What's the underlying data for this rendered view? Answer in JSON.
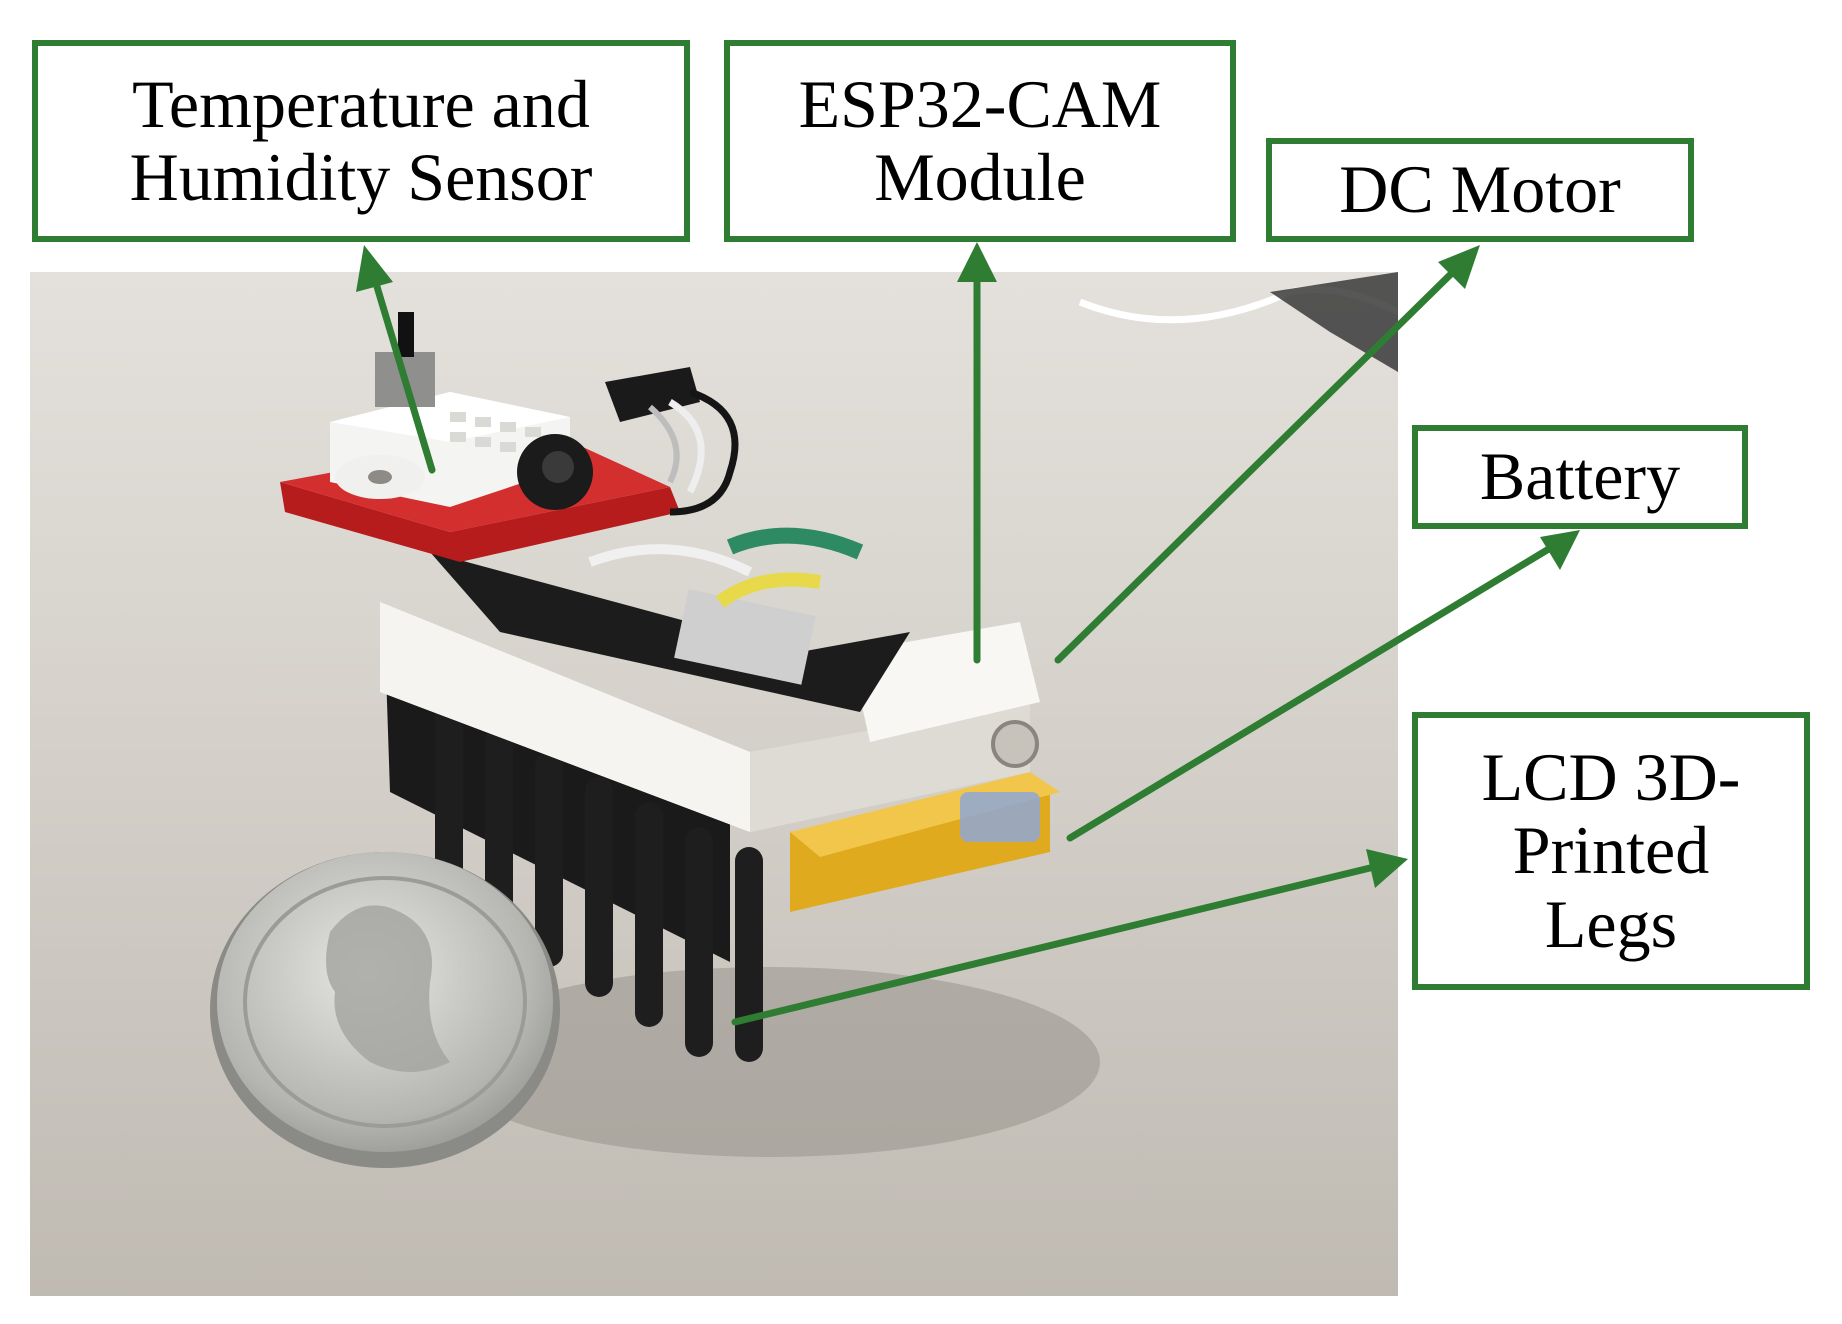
{
  "colors": {
    "annotation": "#2e7d32",
    "floor": "#cfcac3",
    "board_red": "#c62828",
    "housing_white": "#f3f1ed",
    "legs_black": "#1a1a1a",
    "battery_yellow": "#e8b62a",
    "coin_silver": "#b9b9b6"
  },
  "labels": {
    "temp_sensor": {
      "line1": "Temperature and",
      "line2": "Humidity Sensor"
    },
    "esp32": {
      "line1": "ESP32-CAM",
      "line2": "Module"
    },
    "dc_motor": {
      "line1": "DC Motor"
    },
    "battery": {
      "line1": "Battery"
    },
    "legs": {
      "line1": "LCD 3D-",
      "line2": "Printed",
      "line3": "Legs"
    }
  }
}
